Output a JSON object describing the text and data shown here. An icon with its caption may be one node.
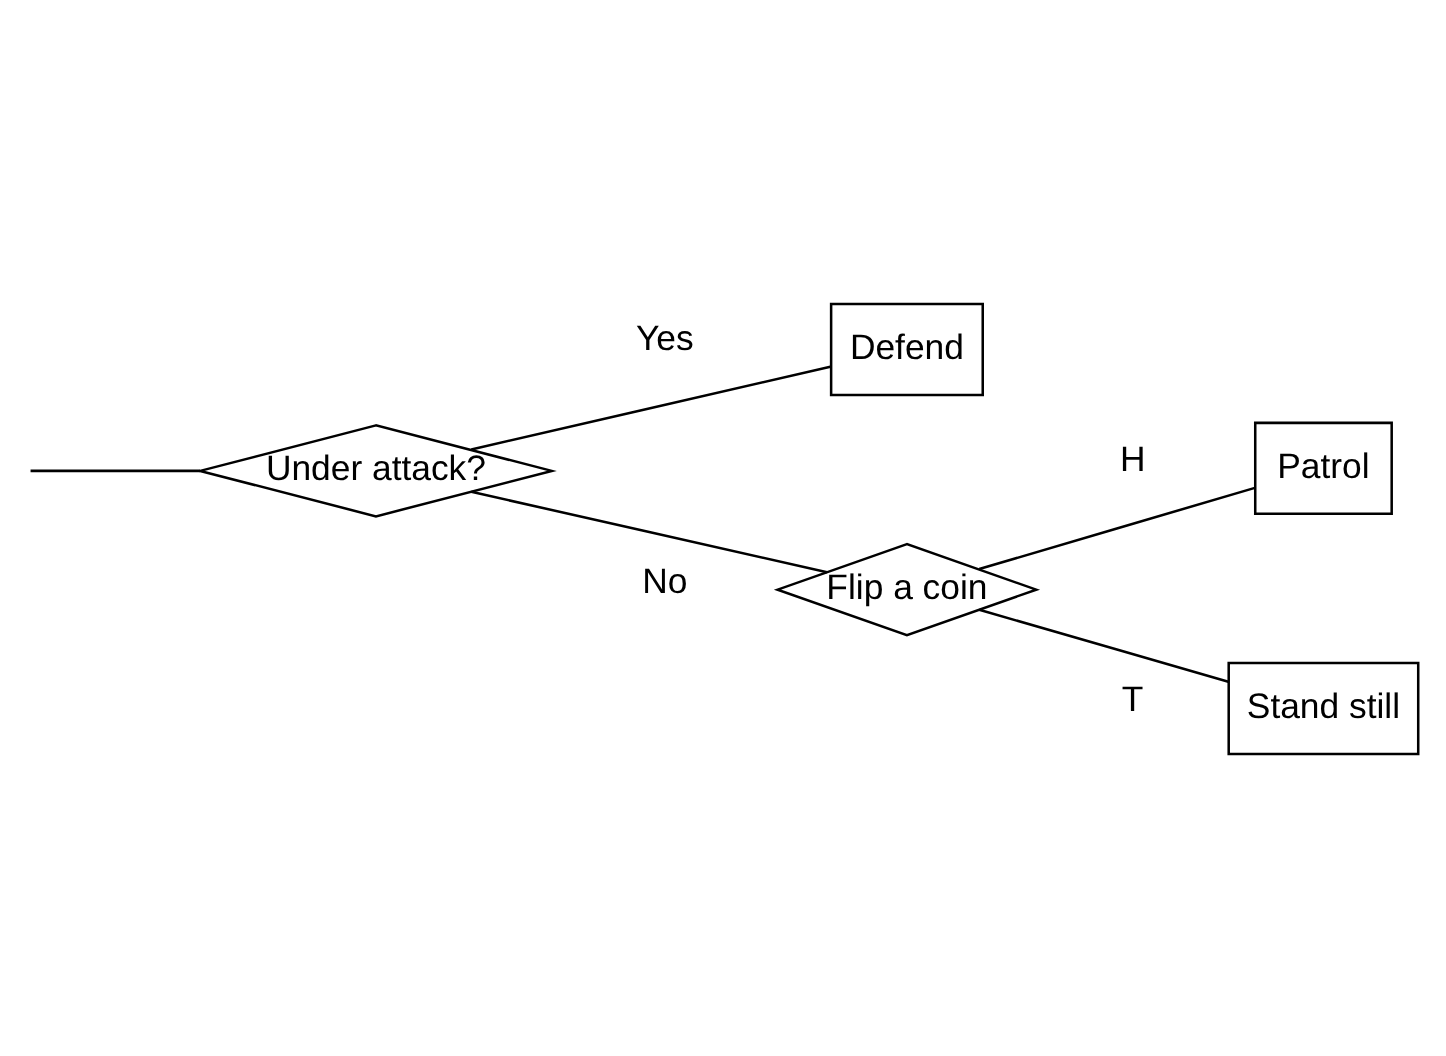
{
  "diagram": {
    "nodes": [
      {
        "text": [
          "Under attack?"
        ]
      },
      {
        "text": [
          "Defend"
        ]
      },
      {
        "text": [
          "Patrol"
        ]
      },
      {
        "text": [
          "Flip a coin"
        ]
      },
      {
        "text": [
          "Stand still"
        ]
      }
    ],
    "edges": [
      {
        "from": null,
        "to": 0,
        "arrow": "none"
      },
      {
        "from": 0,
        "to": 1,
        "arrow": "none",
        "label": "Yes"
      },
      {
        "from": 0,
        "to": 3,
        "arrow": "none",
        "label": "No"
      },
      {
        "from": 3,
        "to": 2,
        "arrow": "none",
        "label": "H"
      },
      {
        "from": 3,
        "to": 4,
        "arrow": "none",
        "label": "T"
      }
    ]
  }
}
